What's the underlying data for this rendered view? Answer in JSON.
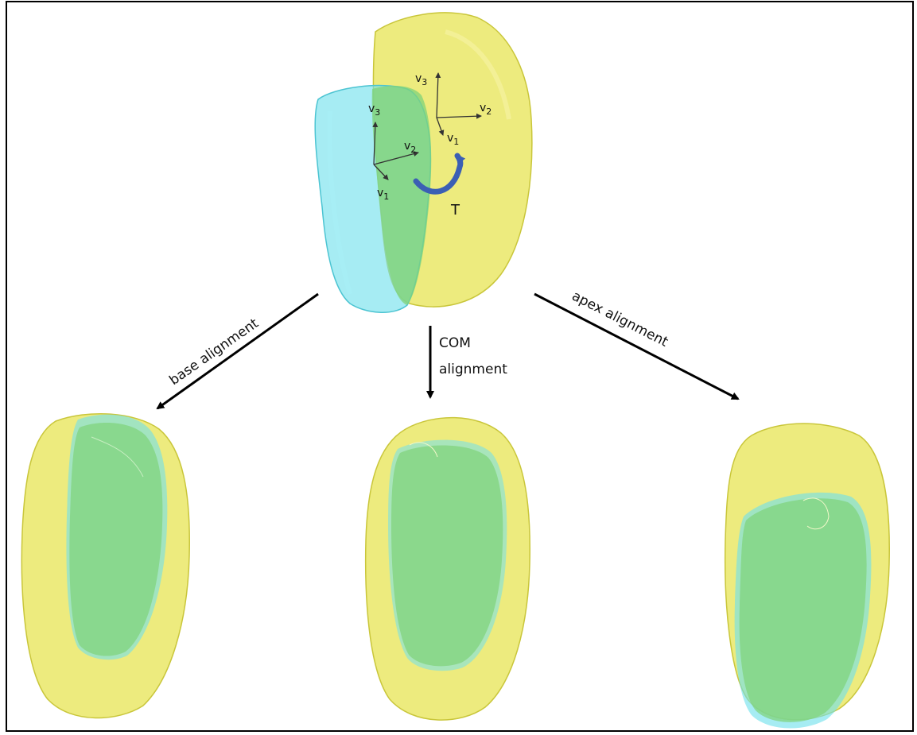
{
  "colors": {
    "yellow_fill": "#e8e65a",
    "yellow_edge": "#c9c63a",
    "cyan_fill": "#6fe0ec",
    "green_overlap": "#7fd37a",
    "arrow": "#000000",
    "rotation_arrow": "#3b5fb4",
    "frame": "#000000"
  },
  "top_figure": {
    "yellow_axes": {
      "v1": "v",
      "v1_sub": "1",
      "v2": "v",
      "v2_sub": "2",
      "v3": "v",
      "v3_sub": "3"
    },
    "cyan_axes": {
      "v1": "v",
      "v1_sub": "1",
      "v2": "v",
      "v2_sub": "2",
      "v3": "v",
      "v3_sub": "3"
    },
    "transform_label": "T",
    "rotation_icon": "curved-rotation-arrow"
  },
  "arrows": [
    {
      "label_lines": [
        "base alignment"
      ]
    },
    {
      "label_lines": [
        "COM",
        "alignment"
      ]
    },
    {
      "label_lines": [
        "apex alignment"
      ]
    }
  ],
  "results": [
    {
      "variant": "base"
    },
    {
      "variant": "com"
    },
    {
      "variant": "apex"
    }
  ]
}
